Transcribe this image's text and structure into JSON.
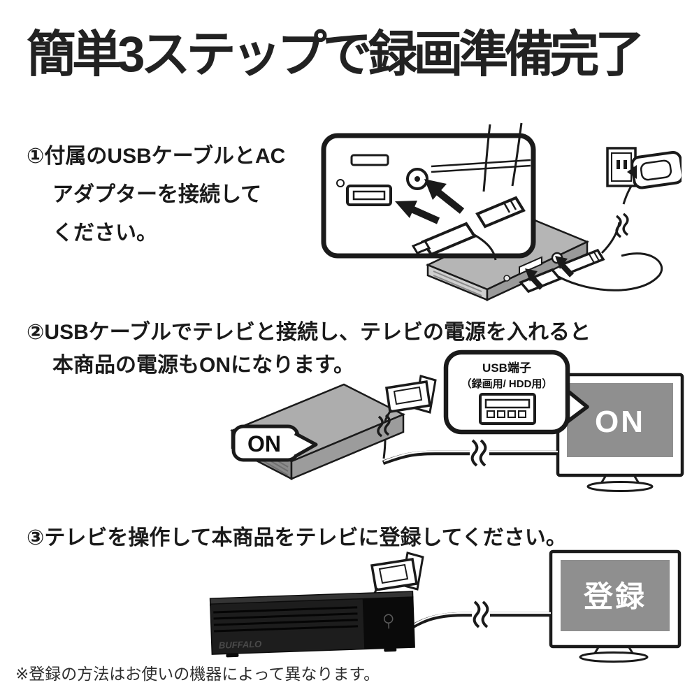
{
  "title": "簡単3ステップで録画準備完了",
  "steps": [
    {
      "lines": [
        "①付属のUSBケーブルとAC",
        "アダプターを接続して",
        "ください。"
      ]
    },
    {
      "lines": [
        "②USBケーブルでテレビと接続し、テレビの電源を入れると",
        "本商品の電源もONになります。"
      ]
    },
    {
      "lines": [
        "③テレビを操作して本商品をテレビに登録してください。"
      ]
    }
  ],
  "labels": {
    "device_power_bubble": "ON",
    "tv_power_status": "ON",
    "tv_register_status": "登録",
    "usb_callout_line1": "USB端子",
    "usb_callout_line2": "（録画用/ HDD用）",
    "brand_logo": "BUFFALO"
  },
  "footer_note": "※登録の方法はお使いの機器によって異なります。",
  "colors": {
    "text": "#1f1f1f",
    "line_art_stroke": "#1a1a1a",
    "tv_screen_gray": "#8f8f8f",
    "hdd_gray_top": "#b5b5b5",
    "hdd_gray_side": "#9a9a9a",
    "hdd_black": "#1d1d1d",
    "background": "#ffffff"
  }
}
